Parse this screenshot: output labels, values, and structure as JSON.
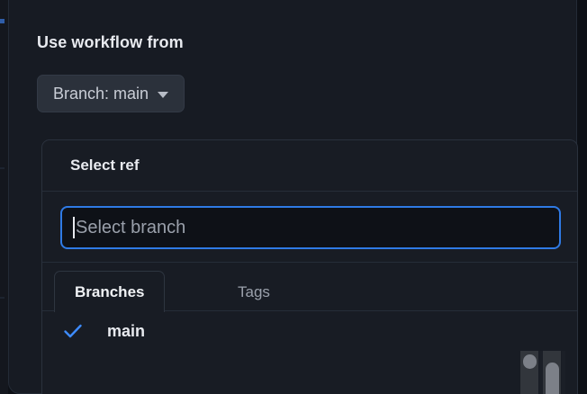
{
  "dialog": {
    "section_title": "Use workflow from",
    "branch_button": {
      "label": "Branch: main",
      "caret_icon": "chevron-down-icon"
    }
  },
  "ref_popover": {
    "title": "Select ref",
    "search": {
      "placeholder": "Select branch",
      "value": "",
      "focused": true
    },
    "tabs": [
      {
        "label": "Branches",
        "active": true
      },
      {
        "label": "Tags",
        "active": false
      }
    ],
    "items": [
      {
        "label": "main",
        "selected": true,
        "check_icon": "check-icon"
      }
    ]
  },
  "colors": {
    "accent_blue": "#2f7ae5",
    "check_blue": "#3d8bfd",
    "dialog_bg": "#171b23",
    "popover_bg": "#181c24",
    "input_bg": "#0e1117",
    "border": "#2a313d",
    "text_primary": "#e8eaef",
    "text_muted": "#9aa0ab"
  },
  "scrollbars": {
    "vertical_left": "scrollbar-thumb",
    "vertical_right": "scrollbar-thumb"
  }
}
